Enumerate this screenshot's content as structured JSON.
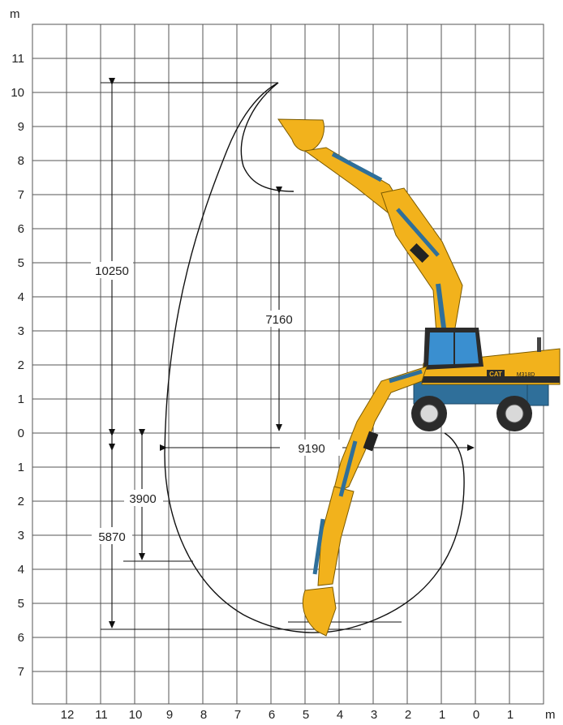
{
  "axes": {
    "y_unit": "m",
    "x_unit": "m",
    "y_ticks": [
      "11",
      "10",
      "9",
      "8",
      "7",
      "6",
      "5",
      "4",
      "3",
      "2",
      "1",
      "0",
      "1",
      "2",
      "3",
      "4",
      "5",
      "6",
      "7"
    ],
    "x_ticks": [
      "12",
      "11",
      "10",
      "9",
      "8",
      "7",
      "6",
      "5",
      "4",
      "3",
      "2",
      "1",
      "0",
      "1"
    ]
  },
  "dimensions": {
    "max_reach_height": "10250",
    "max_dump_height": "7160",
    "max_reach_ground": "9190",
    "max_dig_depth_vertical_wall": "3900",
    "max_dig_depth": "5870"
  },
  "machine": {
    "brand": "CAT",
    "model": "M318D"
  },
  "colors": {
    "grid": "#555555",
    "machine_yellow": "#f2b21c",
    "machine_dark": "#2b2b2b",
    "hydraulic_blue": "#2f6f9a",
    "cab_glass": "#3a8fd0"
  }
}
